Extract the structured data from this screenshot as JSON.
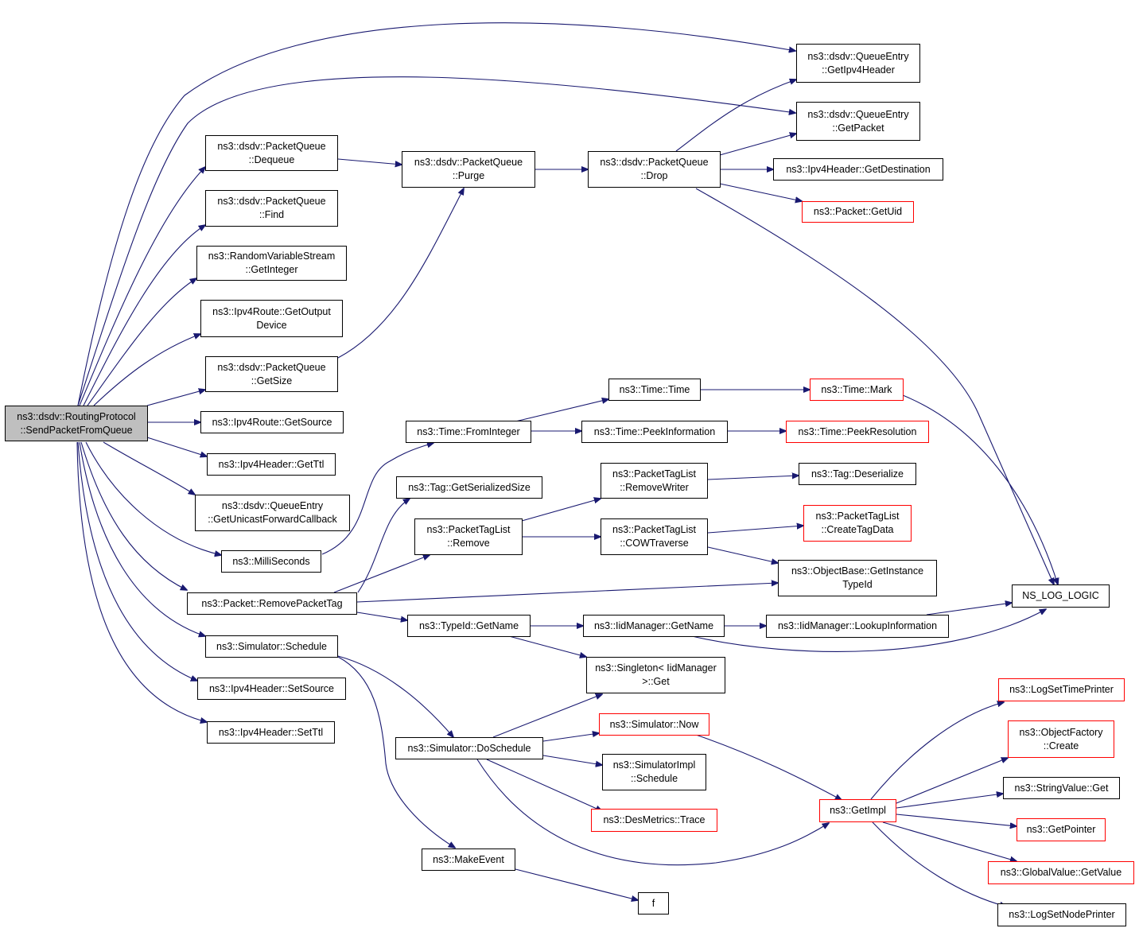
{
  "colors": {
    "edge": "#191970",
    "root_fill": "#bfbfbf",
    "truncated_border": "#ff0000",
    "border": "#000000"
  },
  "nodes": {
    "root": {
      "line1": "ns3::dsdv::RoutingProtocol",
      "line2": "::SendPacketFromQueue"
    },
    "qe_getipv4header": {
      "line1": "ns3::dsdv::QueueEntry",
      "line2": "::GetIpv4Header"
    },
    "qe_getpacket": {
      "line1": "ns3::dsdv::QueueEntry",
      "line2": "::GetPacket"
    },
    "pq_dequeue": {
      "line1": "ns3::dsdv::PacketQueue",
      "line2": "::Dequeue"
    },
    "pq_purge": {
      "line1": "ns3::dsdv::PacketQueue",
      "line2": "::Purge"
    },
    "pq_drop": {
      "line1": "ns3::dsdv::PacketQueue",
      "line2": "::Drop"
    },
    "ipv4h_getdestination": {
      "line1": "ns3::Ipv4Header::GetDestination"
    },
    "packet_getuid": {
      "line1": "ns3::Packet::GetUid"
    },
    "pq_find": {
      "line1": "ns3::dsdv::PacketQueue",
      "line2": "::Find"
    },
    "rvs_getinteger": {
      "line1": "ns3::RandomVariableStream",
      "line2": "::GetInteger"
    },
    "ipv4route_getoutputdevice": {
      "line1": "ns3::Ipv4Route::GetOutput",
      "line2": "Device"
    },
    "pq_getsize": {
      "line1": "ns3::dsdv::PacketQueue",
      "line2": "::GetSize"
    },
    "ipv4route_getsource": {
      "line1": "ns3::Ipv4Route::GetSource"
    },
    "ipv4h_getttl": {
      "line1": "ns3::Ipv4Header::GetTtl"
    },
    "qe_getunicastforwardcallback": {
      "line1": "ns3::dsdv::QueueEntry",
      "line2": "::GetUnicastForwardCallback"
    },
    "milliseconds": {
      "line1": "ns3::MilliSeconds"
    },
    "packet_removepackettag": {
      "line1": "ns3::Packet::RemovePacketTag"
    },
    "simulator_schedule": {
      "line1": "ns3::Simulator::Schedule"
    },
    "ipv4h_setsource": {
      "line1": "ns3::Ipv4Header::SetSource"
    },
    "ipv4h_setttl": {
      "line1": "ns3::Ipv4Header::SetTtl"
    },
    "time_time": {
      "line1": "ns3::Time::Time"
    },
    "time_mark": {
      "line1": "ns3::Time::Mark"
    },
    "time_frominteger": {
      "line1": "ns3::Time::FromInteger"
    },
    "time_peekinformation": {
      "line1": "ns3::Time::PeekInformation"
    },
    "time_peekresolution": {
      "line1": "ns3::Time::PeekResolution"
    },
    "tag_getserializedsize": {
      "line1": "ns3::Tag::GetSerializedSize"
    },
    "ptl_removewriter": {
      "line1": "ns3::PacketTagList",
      "line2": "::RemoveWriter"
    },
    "tag_deserialize": {
      "line1": "ns3::Tag::Deserialize"
    },
    "ptl_remove": {
      "line1": "ns3::PacketTagList",
      "line2": "::Remove"
    },
    "ptl_cowtraverse": {
      "line1": "ns3::PacketTagList",
      "line2": "::COWTraverse"
    },
    "ptl_createtagdata": {
      "line1": "ns3::PacketTagList",
      "line2": "::CreateTagData"
    },
    "objectbase_getinstancetypeid": {
      "line1": "ns3::ObjectBase::GetInstance",
      "line2": "TypeId"
    },
    "ns_log_logic": {
      "line1": "NS_LOG_LOGIC"
    },
    "typeid_getname": {
      "line1": "ns3::TypeId::GetName"
    },
    "iidmanager_getname": {
      "line1": "ns3::IidManager::GetName"
    },
    "iidmanager_lookupinformation": {
      "line1": "ns3::IidManager::LookupInformation"
    },
    "singleton_get": {
      "line1": "ns3::Singleton< IidManager",
      "line2": ">::Get"
    },
    "simulator_now": {
      "line1": "ns3::Simulator::Now"
    },
    "simulator_doschedule": {
      "line1": "ns3::Simulator::DoSchedule"
    },
    "simulatorimpl_schedule": {
      "line1": "ns3::SimulatorImpl",
      "line2": "::Schedule"
    },
    "desmetrics_trace": {
      "line1": "ns3::DesMetrics::Trace"
    },
    "makeevent": {
      "line1": "ns3::MakeEvent"
    },
    "f": {
      "line1": "f"
    },
    "getimpl": {
      "line1": "ns3::GetImpl"
    },
    "logsettimeprinter": {
      "line1": "ns3::LogSetTimePrinter"
    },
    "objectfactory_create": {
      "line1": "ns3::ObjectFactory",
      "line2": "::Create"
    },
    "stringvalue_get": {
      "line1": "ns3::StringValue::Get"
    },
    "getpointer": {
      "line1": "ns3::GetPointer"
    },
    "globalvalue_getvalue": {
      "line1": "ns3::GlobalValue::GetValue"
    },
    "logsetnodeprinter": {
      "line1": "ns3::LogSetNodePrinter"
    }
  }
}
